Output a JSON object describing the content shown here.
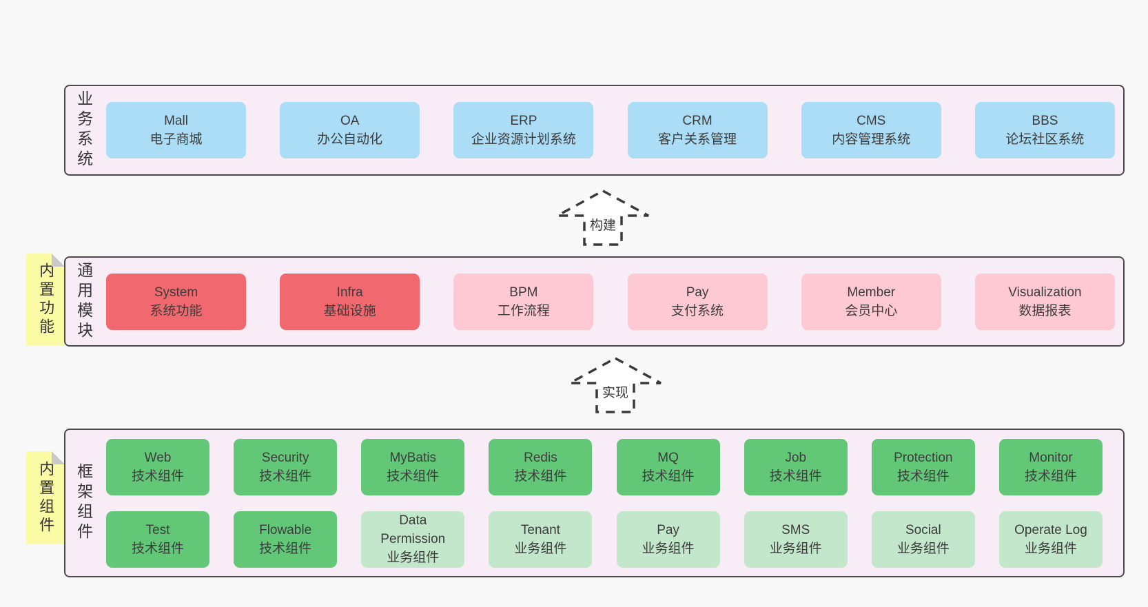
{
  "page": {
    "background": "#f8f8f8",
    "band_background": "#f8edf7",
    "band_border": "#4a4a4a"
  },
  "colors": {
    "blue": "#abddf6",
    "red": "#f1686e",
    "pink": "#ffc9d3",
    "green": "#62c878",
    "light_green": "#c2e7cb",
    "sticky_yellow": "#fbfba6",
    "fold_gray": "#c9c9c9",
    "text": "#3c3c3c",
    "arrow_stroke": "#3a3a3a"
  },
  "arrows": [
    {
      "label": "构建"
    },
    {
      "label": "实现"
    }
  ],
  "sections": [
    {
      "id": "business-systems",
      "label": "业务系统",
      "boxes": [
        {
          "title": "Mall",
          "subtitle": "电子商城",
          "color": "blue"
        },
        {
          "title": "OA",
          "subtitle": "办公自动化",
          "color": "blue"
        },
        {
          "title": "ERP",
          "subtitle": "企业资源计划系统",
          "color": "blue"
        },
        {
          "title": "CRM",
          "subtitle": "客户关系管理",
          "color": "blue"
        },
        {
          "title": "CMS",
          "subtitle": "内容管理系统",
          "color": "blue"
        },
        {
          "title": "BBS",
          "subtitle": "论坛社区系统",
          "color": "blue"
        }
      ]
    },
    {
      "id": "common-modules",
      "label": "通用模块",
      "tag": "内置功能",
      "boxes": [
        {
          "title": "System",
          "subtitle": "系统功能",
          "color": "red"
        },
        {
          "title": "Infra",
          "subtitle": "基础设施",
          "color": "red"
        },
        {
          "title": "BPM",
          "subtitle": "工作流程",
          "color": "pink"
        },
        {
          "title": "Pay",
          "subtitle": "支付系统",
          "color": "pink"
        },
        {
          "title": "Member",
          "subtitle": "会员中心",
          "color": "pink"
        },
        {
          "title": "Visualization",
          "subtitle": "数据报表",
          "color": "pink"
        }
      ]
    },
    {
      "id": "framework-components",
      "label": "框架组件",
      "tag": "内置组件",
      "rows": [
        [
          {
            "title": "Web",
            "subtitle": "技术组件",
            "color": "green"
          },
          {
            "title": "Security",
            "subtitle": "技术组件",
            "color": "green"
          },
          {
            "title": "MyBatis",
            "subtitle": "技术组件",
            "color": "green"
          },
          {
            "title": "Redis",
            "subtitle": "技术组件",
            "color": "green"
          },
          {
            "title": "MQ",
            "subtitle": "技术组件",
            "color": "green"
          },
          {
            "title": "Job",
            "subtitle": "技术组件",
            "color": "green"
          },
          {
            "title": "Protection",
            "subtitle": "技术组件",
            "color": "green"
          },
          {
            "title": "Monitor",
            "subtitle": "技术组件",
            "color": "green"
          }
        ],
        [
          {
            "title": "Test",
            "subtitle": "技术组件",
            "color": "green"
          },
          {
            "title": "Flowable",
            "subtitle": "技术组件",
            "color": "green"
          },
          {
            "title": "Data Permission",
            "subtitle": "业务组件",
            "color": "light_green"
          },
          {
            "title": "Tenant",
            "subtitle": "业务组件",
            "color": "light_green"
          },
          {
            "title": "Pay",
            "subtitle": "业务组件",
            "color": "light_green"
          },
          {
            "title": "SMS",
            "subtitle": "业务组件",
            "color": "light_green"
          },
          {
            "title": "Social",
            "subtitle": "业务组件",
            "color": "light_green"
          },
          {
            "title": "Operate Log",
            "subtitle": "业务组件",
            "color": "light_green"
          }
        ]
      ]
    }
  ]
}
